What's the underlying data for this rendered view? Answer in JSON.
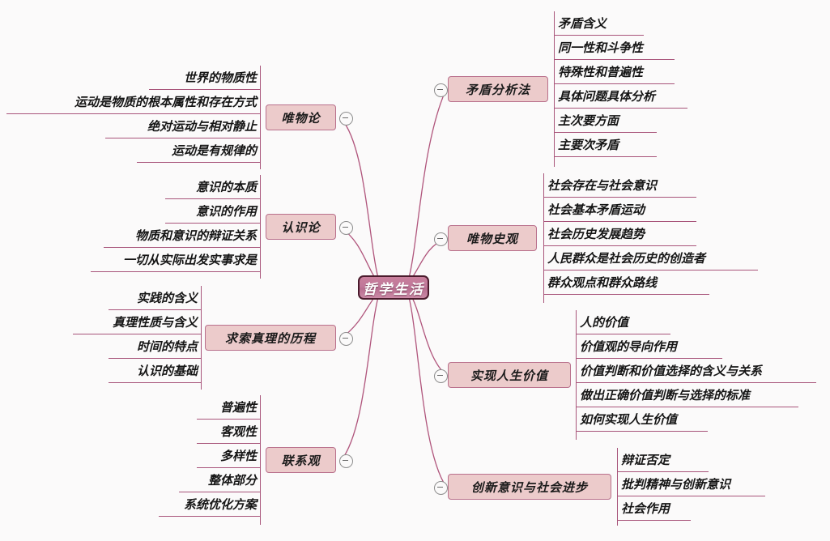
{
  "document": {
    "title": "哲学生活",
    "type": "mindmap",
    "background_color": "#fbfafa"
  },
  "colors": {
    "root_fill": "#c0789a",
    "root_border": "#4a1b2c",
    "root_text": "#ffffff",
    "branch_fill": "#eccbcb",
    "branch_border": "#b9708c",
    "line": "#a8547a",
    "leaf_text": "#151515",
    "toggle_border": "#8d8d8d"
  },
  "root": {
    "label": "哲学生活",
    "toggle_icon": "minus-circle-icon"
  },
  "branches": [
    {
      "id": "weiwulun",
      "label": "唯物论",
      "side": "left",
      "collapsed": false,
      "toggle_icon": "minus-circle-icon",
      "leaves": [
        "世界的物质性",
        "运动是物质的根本属性和存在方式",
        "绝对运动与相对静止",
        "运动是有规律的"
      ]
    },
    {
      "id": "renshilun",
      "label": "认识论",
      "side": "left",
      "collapsed": false,
      "toggle_icon": "minus-circle-icon",
      "leaves": [
        "意识的本质",
        "意识的作用",
        "物质和意识的辩证关系",
        "一切从实际出发实事求是"
      ]
    },
    {
      "id": "qiusuo-zhenli",
      "label": "求索真理的历程",
      "side": "left",
      "collapsed": false,
      "toggle_icon": "minus-circle-icon",
      "leaves": [
        "实践的含义",
        "真理性质与含义",
        "时间的特点",
        "认识的基础"
      ]
    },
    {
      "id": "lianxiguan",
      "label": "联系观",
      "side": "left",
      "collapsed": false,
      "toggle_icon": "minus-circle-icon",
      "leaves": [
        "普遍性",
        "客观性",
        "多样性",
        "整体部分",
        "系统优化方案"
      ]
    },
    {
      "id": "maodun-fenxifa",
      "label": "矛盾分析法",
      "side": "right",
      "collapsed": false,
      "toggle_icon": "minus-circle-icon",
      "leaves": [
        "矛盾含义",
        "同一性和斗争性",
        "特殊性和普遍性",
        "具体问题具体分析",
        "主次要方面",
        "主要次矛盾"
      ]
    },
    {
      "id": "weiwu-shiguan",
      "label": "唯物史观",
      "side": "right",
      "collapsed": false,
      "toggle_icon": "minus-circle-icon",
      "leaves": [
        "社会存在与社会意识",
        "社会基本矛盾运动",
        "社会历史发展趋势",
        "人民群众是社会历史的创造者",
        "群众观点和群众路线"
      ]
    },
    {
      "id": "shixian-rensheng-jiazhi",
      "label": "实现人生价值",
      "side": "right",
      "collapsed": false,
      "toggle_icon": "minus-circle-icon",
      "leaves": [
        "人的价值",
        "价值观的导向作用",
        "价值判断和价值选择的含义与关系",
        "做出正确价值判断与选择的标准",
        "如何实现人生价值"
      ]
    },
    {
      "id": "chuangxin-yishi",
      "label": "创新意识与社会进步",
      "side": "right",
      "collapsed": false,
      "toggle_icon": "minus-circle-icon",
      "leaves": [
        "辩证否定",
        "批判精神与创新意识",
        "社会作用"
      ]
    }
  ]
}
